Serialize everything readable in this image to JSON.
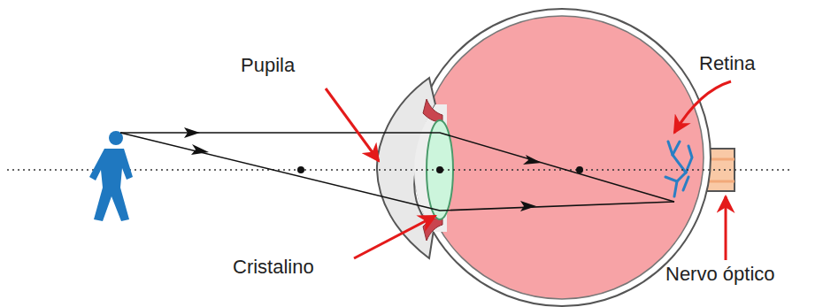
{
  "diagram": {
    "labels": [
      "Pupila",
      "Retina",
      "Cristalino",
      "Nervo óptico"
    ]
  }
}
